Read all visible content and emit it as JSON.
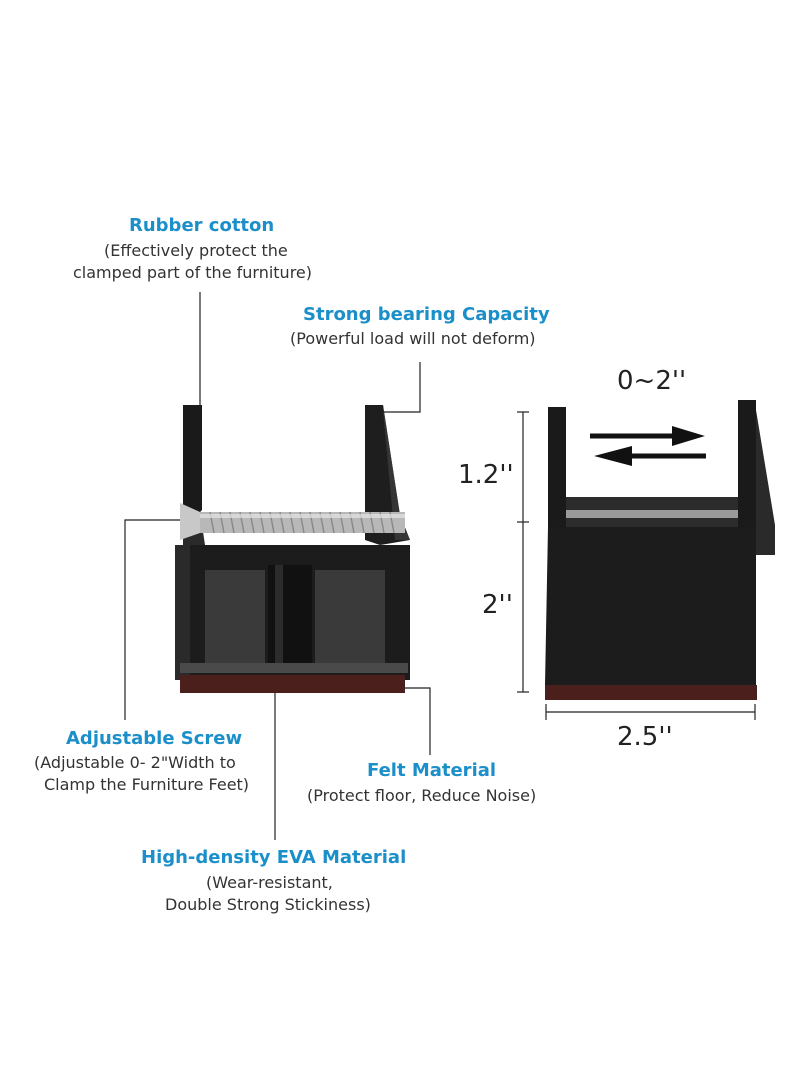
{
  "callouts": {
    "rubber_cotton": {
      "title": "Rubber cotton",
      "desc_line1": "(Effectively protect the",
      "desc_line2": "clamped part of the furniture)"
    },
    "strong_bearing": {
      "title": "Strong bearing Capacity",
      "desc": "(Powerful load will not deform)"
    },
    "adjustable_screw": {
      "title": "Adjustable Screw",
      "desc_line1": "(Adjustable 0- 2\"Width to",
      "desc_line2": "Clamp the Furniture Feet)"
    },
    "felt_material": {
      "title": "Felt Material",
      "desc": "(Protect floor, Reduce Noise)"
    },
    "eva_material": {
      "title": "High-density EVA Material",
      "desc_line1": "(Wear-resistant,",
      "desc_line2": "Double Strong Stickiness)"
    }
  },
  "dimensions": {
    "width_range": "0~2''",
    "upper_height": "1.2''",
    "lower_height": "2''",
    "base_width": "2.5''"
  },
  "colors": {
    "accent": "#1b8fc9",
    "product": "#1a1a1a",
    "felt": "#4a1f1c"
  }
}
